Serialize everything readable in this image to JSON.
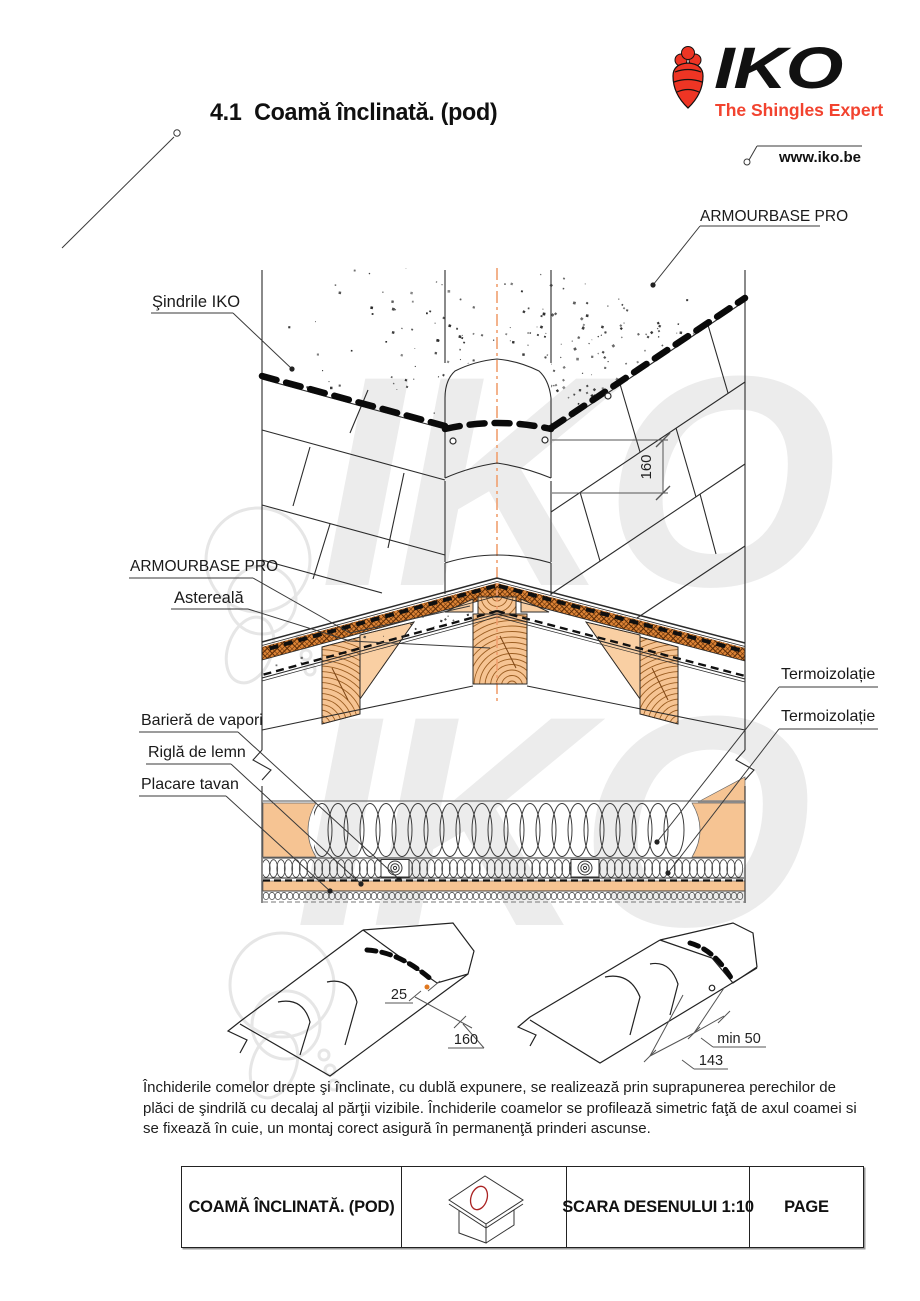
{
  "page": {
    "title_number": "4.1",
    "title": "Coamă înclinată. (pod)"
  },
  "logo": {
    "brand": "IKO",
    "tagline": "The Shingles Expert",
    "website": "www.iko.be",
    "brand_color": "#ee3524"
  },
  "diagram": {
    "labels": {
      "armourbase_top": "ARMOURBASE PRO",
      "shingles": "Şindrile IKO",
      "armourbase_left": "ARMOURBASE PRO",
      "sheathing": "Astereală",
      "vapor_barrier": "Barieră de vapori",
      "wood_batten": "Riglă de lemn",
      "ceiling_cladding": "Placare tavan",
      "insulation_top": "Termoizolație",
      "insulation_bottom": "Termoizolație"
    },
    "dimension_exposure": "160"
  },
  "detail_left": {
    "dim_offset": "25",
    "dim_exposure": "160"
  },
  "detail_right": {
    "dim_min_overlap": "min 50",
    "dim_spacing": "143"
  },
  "description": "Închiderile comelor drepte şi înclinate, cu dublă expunere, se realizează prin suprapunerea perechilor de plăci de şindrilă cu decalaj al părţii vizibile. Închiderile coamelor se profilează simetric faţă de axul coamei si se fixează în cuie, un montaj corect asigură în permanenţă prinderi ascunse.",
  "footer": {
    "drawing_title": "COAMĂ ÎNCLINATĂ. (POD)",
    "scale": "SCARA DESENULUI 1:10",
    "page_label": "PAGE"
  },
  "colors": {
    "accent_red": "#ee3524",
    "wood": "#f6c493",
    "underlayment": "#dd8436",
    "centerline": "#f0a070"
  }
}
